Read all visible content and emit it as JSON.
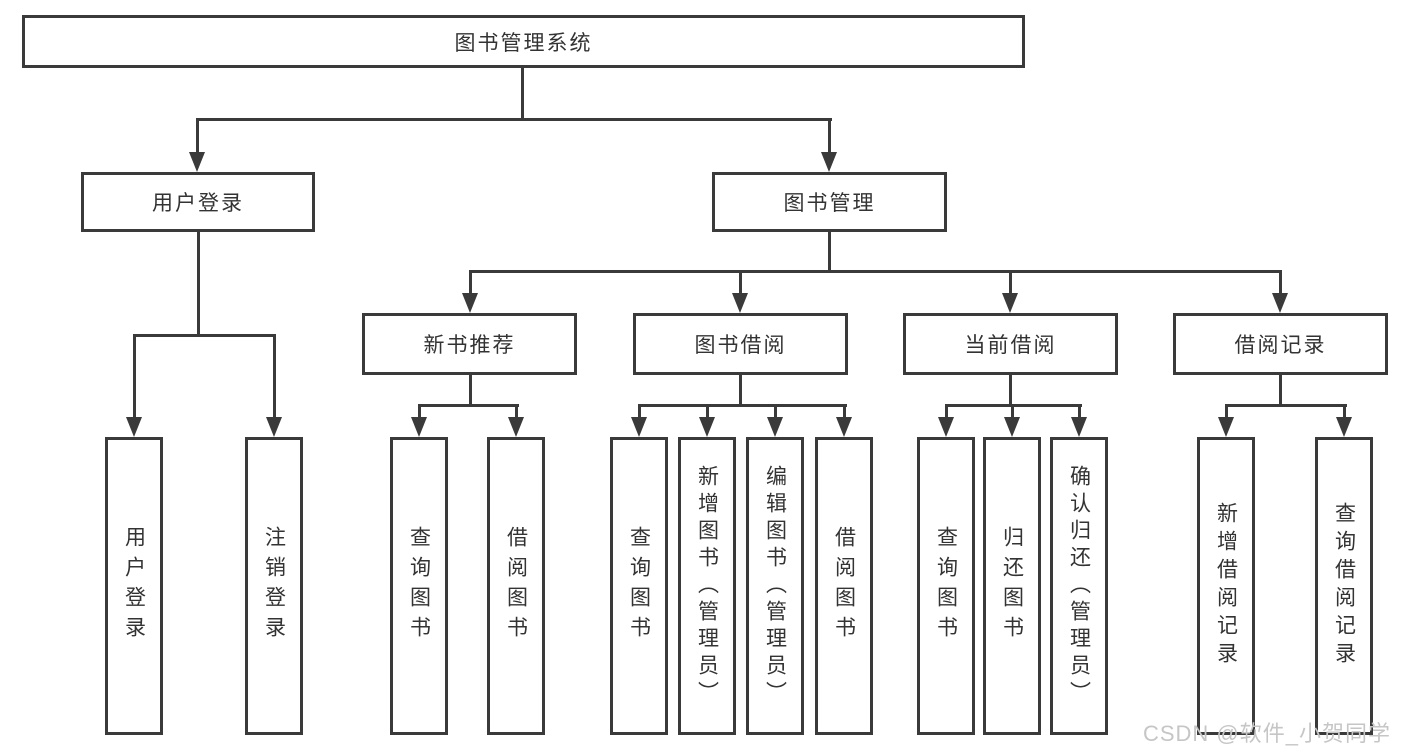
{
  "tree": {
    "root": "图书管理系统",
    "level2": {
      "user_login": "用户登录",
      "book_mgmt": "图书管理"
    },
    "level3": {
      "new_book_rec": "新书推荐",
      "book_borrow": "图书借阅",
      "current_borrow": "当前借阅",
      "borrow_record": "借阅记录"
    },
    "leaves": {
      "user_login": "用户登录",
      "logout": "注销登录",
      "rec_query": "查询图书",
      "rec_borrow": "借阅图书",
      "bb_query": "查询图书",
      "bb_add": "新增图书（管理员）",
      "bb_edit": "编辑图书（管理员）",
      "bb_borrow": "借阅图书",
      "cb_query": "查询图书",
      "cb_return": "归还图书",
      "cb_confirm": "确认归还（管理员）",
      "br_add": "新增借阅记录",
      "br_query": "查询借阅记录"
    }
  },
  "watermark": "CSDN @软件_小贺同学",
  "colors": {
    "line": "#3a3a3a",
    "text": "#333333",
    "box_bg": "#ffffff",
    "watermark": "#c6c6c6"
  }
}
